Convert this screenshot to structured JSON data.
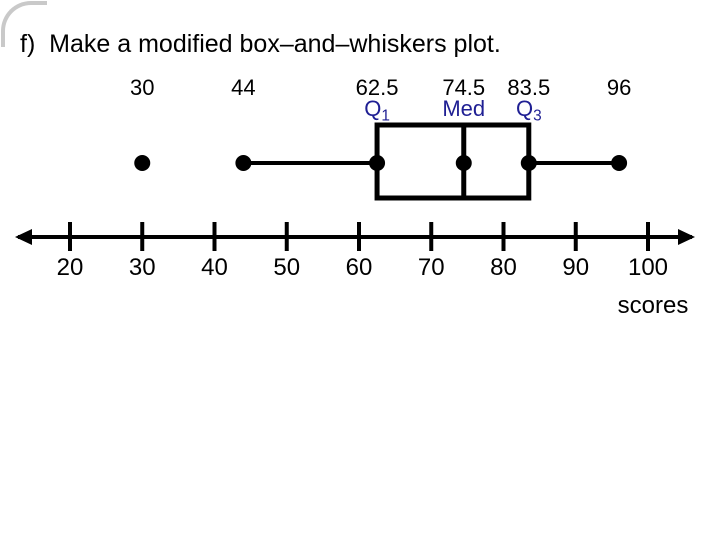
{
  "chart_data": {
    "type": "boxplot",
    "orientation": "horizontal",
    "title": "f)  Make a modified box–and–whiskers plot.",
    "xlabel": "scores",
    "axis": {
      "min": 20,
      "max": 100,
      "step": 10,
      "ticks": [
        20,
        30,
        40,
        50,
        60,
        70,
        80,
        90,
        100
      ],
      "arrows": "both"
    },
    "outliers": [
      30
    ],
    "whisker_low": 44,
    "q1": 62.5,
    "median": 74.5,
    "q3": 83.5,
    "whisker_high": 96,
    "point_labels": [
      {
        "value": 30,
        "label": "30"
      },
      {
        "value": 44,
        "label": "44"
      },
      {
        "value": 62.5,
        "label": "62.5"
      },
      {
        "value": 74.5,
        "label": "74.5"
      },
      {
        "value": 83.5,
        "label": "83.5"
      },
      {
        "value": 96,
        "label": "96"
      }
    ],
    "quartile_labels": [
      {
        "value": 62.5,
        "text": "Q",
        "sub": "1"
      },
      {
        "value": 74.5,
        "text": "Med",
        "sub": ""
      },
      {
        "value": 83.5,
        "text": "Q",
        "sub": "3"
      }
    ],
    "colors": {
      "ink": "#000000",
      "quartile_label": "#1F1F93",
      "frame": "#c9c9c9",
      "background": "#ffffff"
    }
  }
}
